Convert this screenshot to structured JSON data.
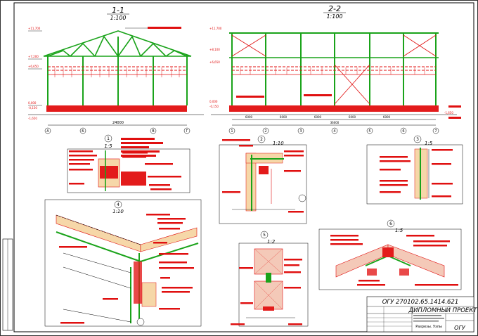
{
  "sections": {
    "s1": {
      "title": "1-1",
      "scale": "1:100",
      "overall_dim": "24000"
    },
    "s2": {
      "title": "2-2",
      "scale": "1:100",
      "dims": [
        "6000",
        "6000",
        "6000",
        "6000",
        "6000"
      ],
      "overall_dim": "36000"
    }
  },
  "grid_axes_s1": [
    "А",
    "Б",
    "В",
    "Г"
  ],
  "grid_axes_s2": [
    "1",
    "2",
    "3",
    "4",
    "5",
    "6",
    "7"
  ],
  "levels": [
    "+11,700",
    "+8,100",
    "+7,200",
    "+6,650",
    "0,000",
    "-0,150",
    "-1,650"
  ],
  "details": {
    "d1": {
      "num": "1",
      "scale": "1:5"
    },
    "d2": {
      "num": "2",
      "scale": "1:10"
    },
    "d3": {
      "num": "3",
      "scale": "1:5"
    },
    "d4": {
      "num": "4",
      "scale": "1:10"
    },
    "d5": {
      "num": "5",
      "scale": "1:2"
    },
    "d6": {
      "num": "6",
      "scale": "1:5"
    }
  },
  "stamp": {
    "code": "ОГУ 270102.65.1414.621",
    "title": "ДИПЛОМНЫЙ ПРОЕКТ",
    "org": "ОГУ",
    "sheet_label": "Разрезы. Узлы"
  },
  "colors": {
    "structure": "#1aa31a",
    "annotation": "#e01010",
    "line": "#000000"
  }
}
